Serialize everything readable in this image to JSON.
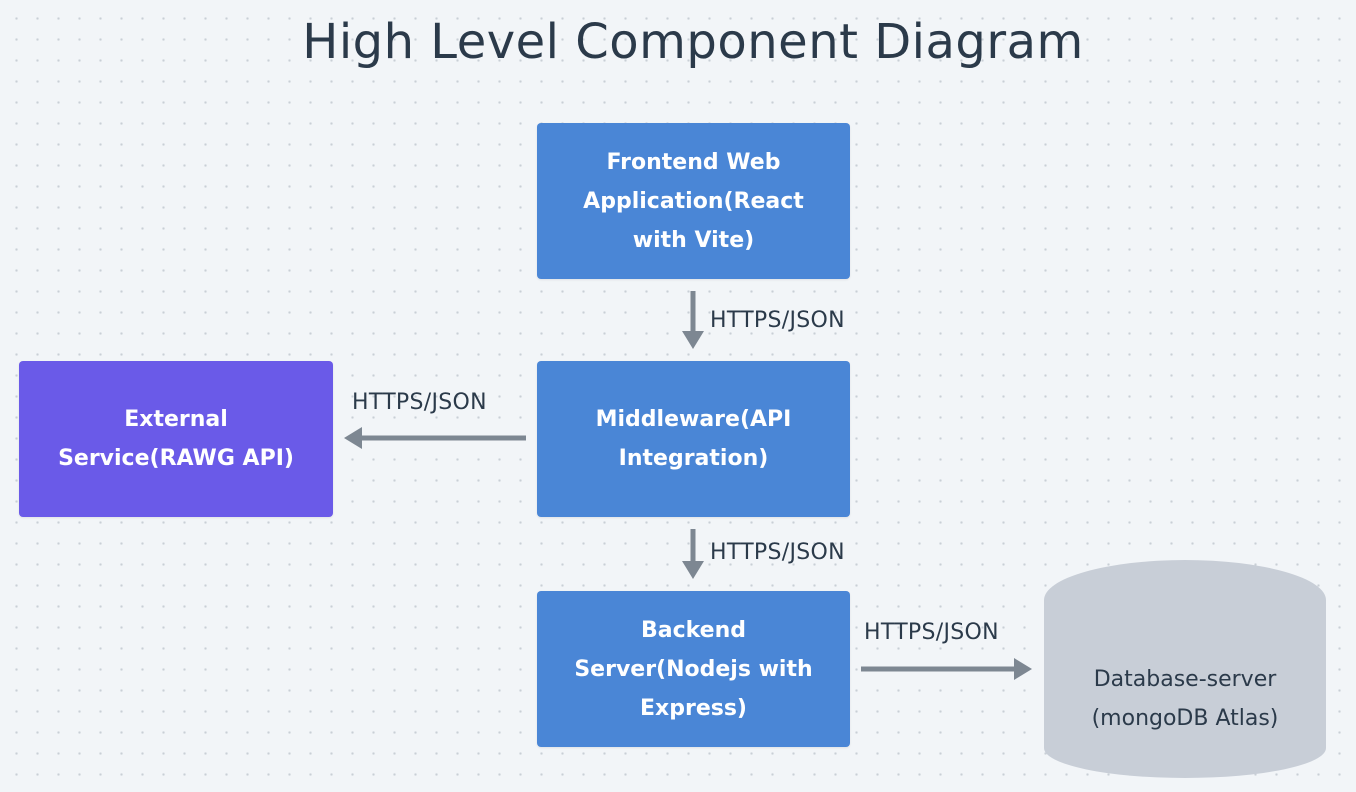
{
  "title": "High Level Component Diagram",
  "colors": {
    "component": "#4a86d6",
    "external": "#6a5ae8",
    "database": "#c8ced7",
    "connector": "#7d8792",
    "text_dark": "#2b3a4a"
  },
  "nodes": {
    "frontend": {
      "lines": [
        "Frontend Web",
        "Application(React",
        "with Vite)"
      ]
    },
    "middleware": {
      "lines": [
        "Middleware(API",
        "Integration)"
      ]
    },
    "backend": {
      "lines": [
        "Backend",
        "Server(Nodejs with",
        "Express)"
      ]
    },
    "external": {
      "lines": [
        "External",
        "Service(RAWG API)"
      ]
    },
    "database": {
      "lines": [
        "Database-server",
        "(mongoDB Atlas)"
      ]
    }
  },
  "edges": [
    {
      "from": "frontend",
      "to": "middleware",
      "label": "HTTPS/JSON"
    },
    {
      "from": "middleware",
      "to": "external",
      "label": "HTTPS/JSON"
    },
    {
      "from": "middleware",
      "to": "backend",
      "label": "HTTPS/JSON"
    },
    {
      "from": "backend",
      "to": "database",
      "label": "HTTPS/JSON"
    }
  ]
}
